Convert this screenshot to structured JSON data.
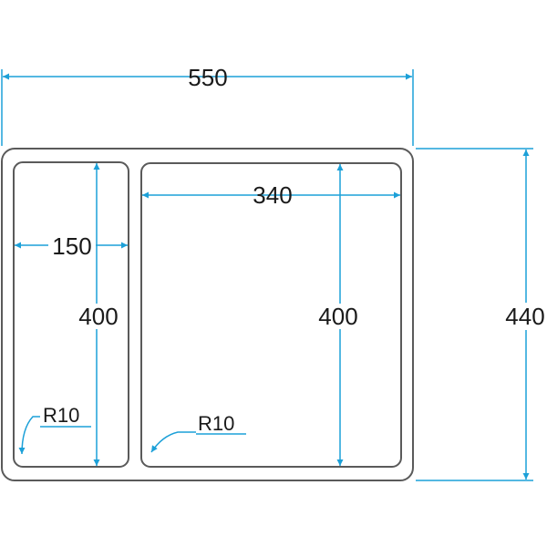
{
  "colors": {
    "outline": "#5a5a5a",
    "dimension": "#1ca0d8",
    "text": "#1a1a1a"
  },
  "dimensions": {
    "overall_width": "550",
    "overall_height": "440",
    "small_bowl_width": "150",
    "small_bowl_height": "400",
    "large_bowl_width": "340",
    "large_bowl_height": "400",
    "small_bowl_radius": "R10",
    "large_bowl_radius": "R10"
  }
}
